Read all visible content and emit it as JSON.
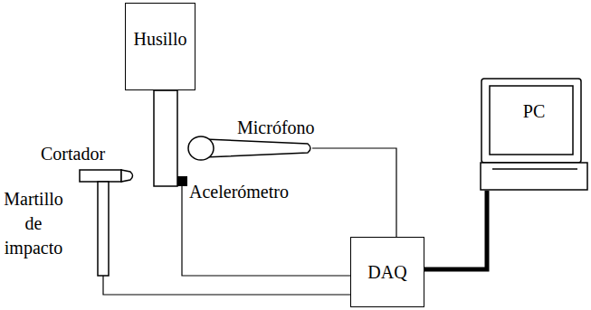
{
  "diagram": {
    "nodes": [
      {
        "text": [
          "Husillo"
        ]
      },
      {
        "text": [
          "DAQ"
        ]
      },
      {
        "text": [
          "PC"
        ]
      }
    ],
    "edges": [
      {
        "from": 1,
        "to": 2,
        "arrow": "none"
      }
    ],
    "labels": [
      "Cortador",
      "Martillo de impacto",
      "Micrófono",
      "Acelerómetro"
    ]
  }
}
